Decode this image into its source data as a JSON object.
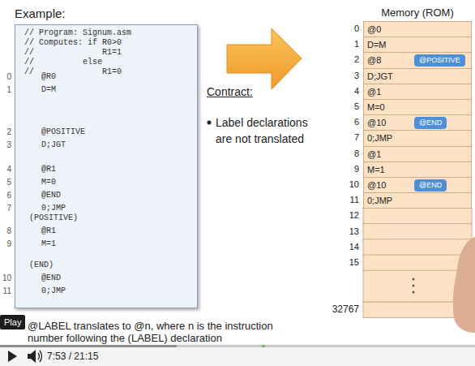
{
  "diagram": {
    "title": "Example:",
    "caption": "@LABEL translates to @n, where n is the instruction number following the (LABEL) declaration",
    "nodes": [
      {
        "text": [
          "// Program: Signum.asm",
          "// Computes: if R0>0",
          "//              R1=1",
          "//          else",
          "//              R1=0",
          "@R0",
          "D=M",
          "@POSITIVE",
          "D;JGT",
          "@R1",
          "M=0",
          "@END",
          "0;JMP",
          "(POSITIVE)",
          "@R1",
          "M=1",
          "(END)",
          "@END",
          "0;JMP"
        ]
      },
      {
        "text": [
          "Memory (ROM)"
        ]
      },
      {
        "text": [
          "@0"
        ],
        "in": 1
      },
      {
        "text": [
          "D=M"
        ],
        "in": 1
      },
      {
        "text": [
          "@8"
        ],
        "in": 1
      },
      {
        "text": [
          "D;JGT"
        ],
        "in": 1
      },
      {
        "text": [
          "@1"
        ],
        "in": 1
      },
      {
        "text": [
          "M=0"
        ],
        "in": 1
      },
      {
        "text": [
          "@10"
        ],
        "in": 1
      },
      {
        "text": [
          "0;JMP"
        ],
        "in": 1
      },
      {
        "text": [
          "@1"
        ],
        "in": 1
      },
      {
        "text": [
          "M=1"
        ],
        "in": 1
      },
      {
        "text": [
          "@10"
        ],
        "in": 1
      },
      {
        "text": [
          "0;JMP"
        ],
        "in": 1
      },
      {
        "text": [
          "@POSITIVE"
        ],
        "in": 4
      },
      {
        "text": [
          "@END"
        ],
        "in": 8
      },
      {
        "text": [
          "@END"
        ],
        "in": 12
      },
      {
        "text": [
          "Play"
        ]
      }
    ],
    "labels": [
      "Contract:",
      "Label declarations are not translated",
      "0",
      "1",
      "2",
      "3",
      "4",
      "5",
      "6",
      "7",
      "8",
      "9",
      "10",
      "11",
      "0",
      "1",
      "2",
      "3",
      "4",
      "5",
      "6",
      "7",
      "8",
      "9",
      "10",
      "11",
      "12",
      "13",
      "14",
      "15",
      "32767",
      "7:53 / 21:15"
    ]
  }
}
